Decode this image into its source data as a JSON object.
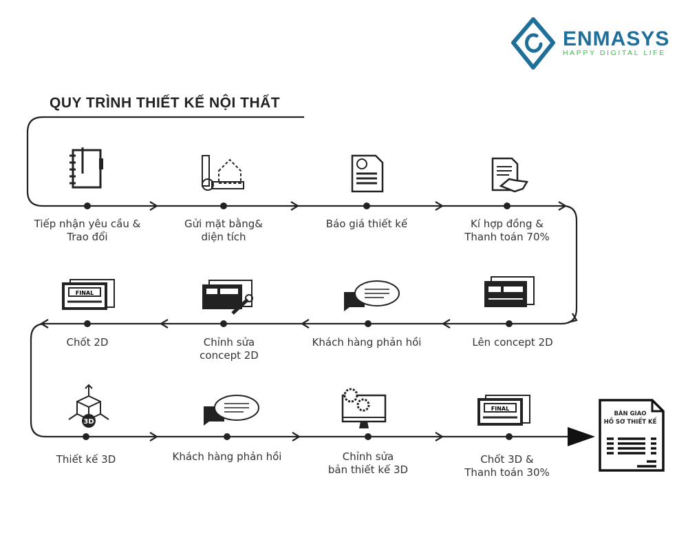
{
  "logo": {
    "name": "ENMASYS",
    "tagline": "HAPPY DIGITAL LIFE",
    "brand_color": "#1e6f9a",
    "accent_color": "#3dbb4b"
  },
  "title": "QUY TRÌNH THIẾT KẾ NỘI THẤT",
  "steps": [
    {
      "label1": "Tiếp nhận yêu cầu &",
      "label2": "Trao đổi",
      "icon": "notebook-icon"
    },
    {
      "label1": "Gửi mặt bằng&",
      "label2": "diện tích",
      "icon": "floorplan-ruler-icon"
    },
    {
      "label1": "Báo giá thiết kế",
      "label2": "",
      "icon": "invoice-icon"
    },
    {
      "label1": "Kí hợp đồng &",
      "label2": "Thanh toán 70%",
      "icon": "contract-handshake-icon"
    },
    {
      "label1": "Lên concept 2D",
      "label2": "",
      "icon": "concept-board-icon"
    },
    {
      "label1": "Khách hàng phản hồi",
      "label2": "",
      "icon": "chat-bubble-icon"
    },
    {
      "label1": "Chỉnh sửa",
      "label2": "concept 2D",
      "icon": "edit-board-wrench-icon"
    },
    {
      "label1": "Chốt 2D",
      "label2": "",
      "icon": "final-board-icon"
    },
    {
      "label1": "Thiết kế 3D",
      "label2": "",
      "icon": "3d-cube-icon"
    },
    {
      "label1": "Khách hàng phản hồi",
      "label2": "",
      "icon": "chat-bubble-icon"
    },
    {
      "label1": "Chỉnh sửa",
      "label2": "bản thiết kế 3D",
      "icon": "monitor-gears-icon"
    },
    {
      "label1": "Chốt 3D &",
      "label2": "Thanh toán 30%",
      "icon": "final-board-icon"
    }
  ],
  "final_doc": {
    "line1": "BÀN GIAO",
    "line2": "HỒ SƠ THIẾT KẾ"
  },
  "badges": {
    "final": "FINAL",
    "three_d": "3D"
  }
}
